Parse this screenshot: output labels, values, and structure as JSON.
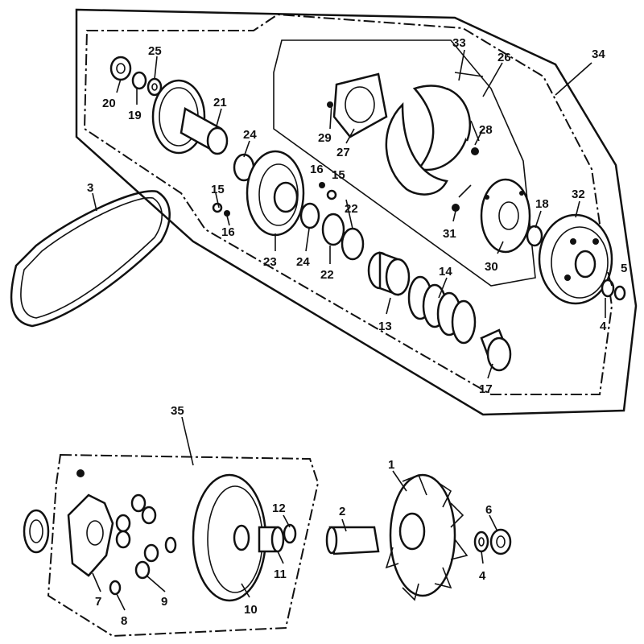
{
  "labels": {
    "l1": "1",
    "l2": "2",
    "l3": "3",
    "l4a": "4",
    "l4b": "4",
    "l5": "5",
    "l6": "6",
    "l7": "7",
    "l8": "8",
    "l9": "9",
    "l10": "10",
    "l11": "11",
    "l12": "12",
    "l13": "13",
    "l14": "14",
    "l15a": "15",
    "l15b": "15",
    "l16a": "16",
    "l16b": "16",
    "l17": "17",
    "l18": "18",
    "l19": "19",
    "l20": "20",
    "l21": "21",
    "l22a": "22",
    "l22b": "22",
    "l23": "23",
    "l24a": "24",
    "l24b": "24",
    "l25": "25",
    "l26": "26",
    "l27": "27",
    "l28": "28",
    "l29": "29",
    "l30": "30",
    "l31": "31",
    "l32": "32",
    "l33": "33",
    "l34": "34",
    "l35": "35"
  }
}
